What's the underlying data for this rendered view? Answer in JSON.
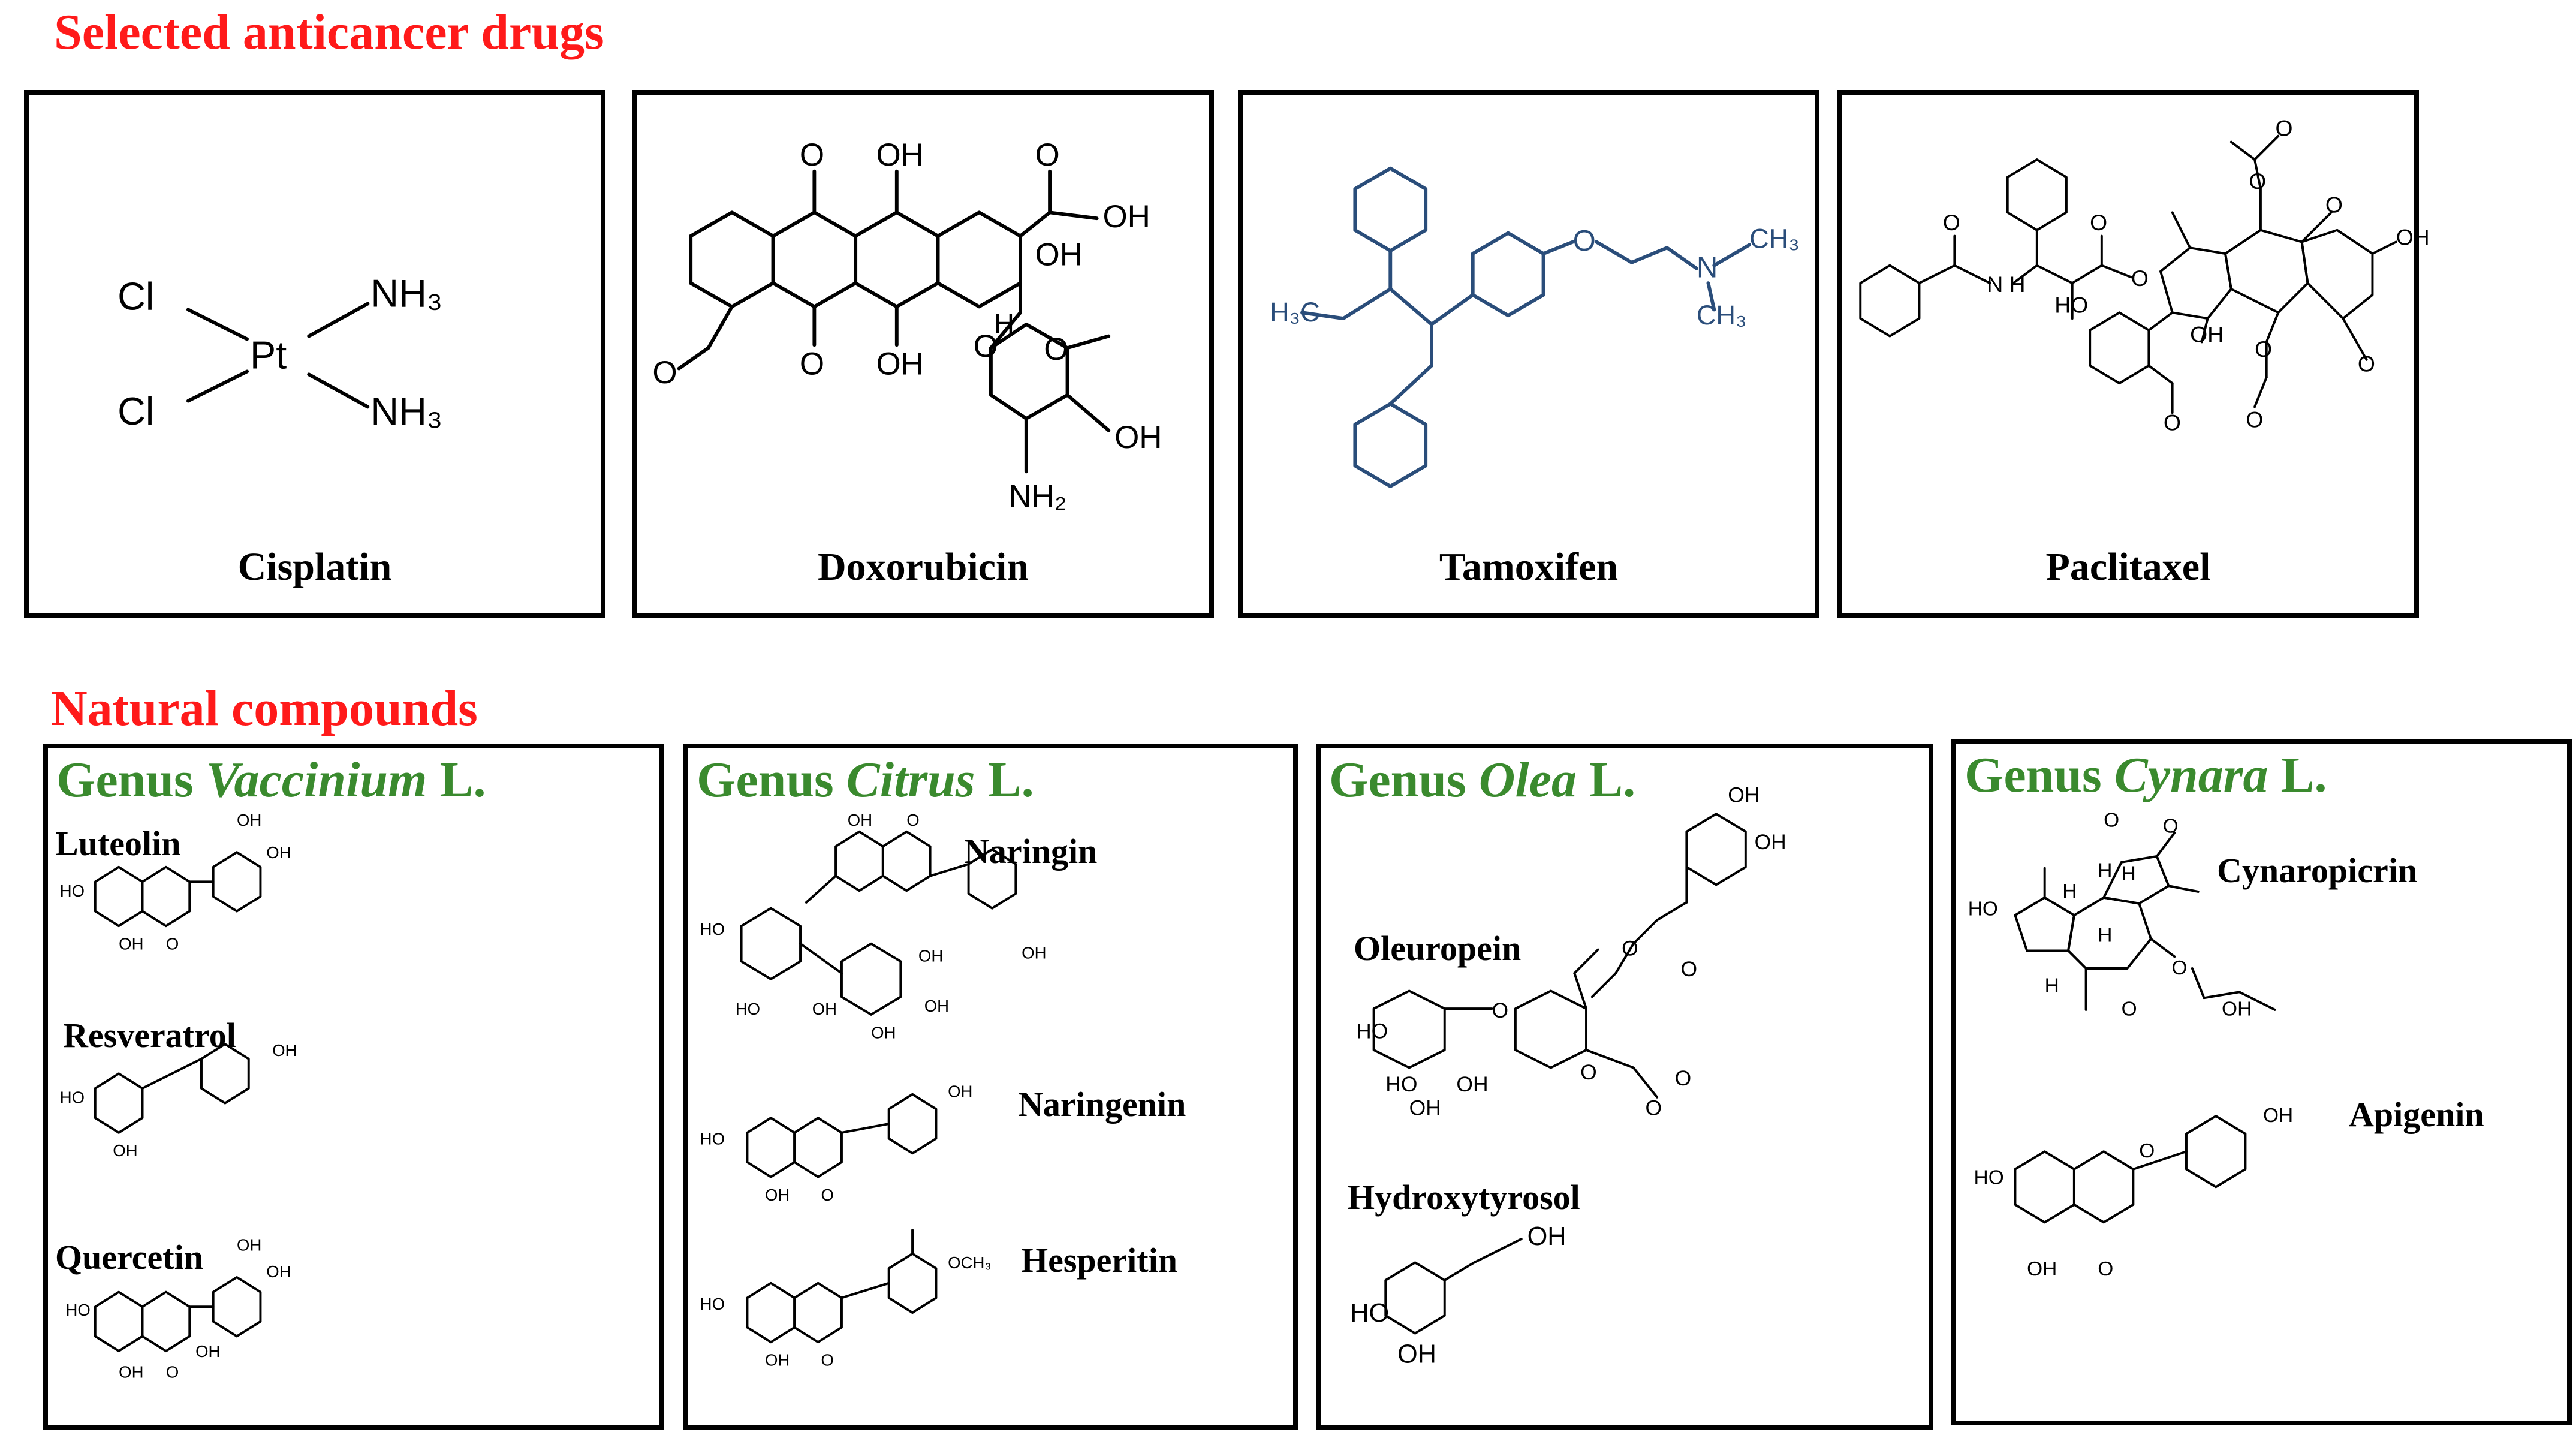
{
  "headers": {
    "drugs": "Selected anticancer drugs",
    "natural": "Natural compounds"
  },
  "drugs": [
    {
      "name": "Cisplatin",
      "labels": {
        "cl": "Cl",
        "pt": "Pt",
        "nh3": "NH₃"
      }
    },
    {
      "name": "Doxorubicin",
      "labels": {
        "o": "O",
        "oh": "OH",
        "h": "H",
        "nh2": "NH₂"
      }
    },
    {
      "name": "Tamoxifen",
      "labels": {
        "h3c": "H₃C",
        "o": "O",
        "n": "N",
        "ch3": "CH₃"
      }
    },
    {
      "name": "Paclitaxel",
      "labels": {
        "o": "O",
        "oh": "OH",
        "nh": "N H",
        "ho": "HO"
      }
    }
  ],
  "genera": [
    {
      "prefix": "Genus ",
      "italic": "Vaccinium",
      "suffix": " L.",
      "compounds": [
        "Luteolin",
        "Resveratrol",
        "Quercetin"
      ]
    },
    {
      "prefix": "Genus ",
      "italic": "Citrus",
      "suffix": " L.",
      "compounds": [
        "Naringin",
        "Naringenin",
        "Hesperitin"
      ]
    },
    {
      "prefix": "Genus ",
      "italic": "Olea",
      "suffix": " L.",
      "compounds": [
        "Oleuropein",
        "Hydroxytyrosol"
      ]
    },
    {
      "prefix": "Genus ",
      "italic": "Cynara",
      "suffix": " L.",
      "compounds": [
        "Cynaropicrin",
        "Apigenin"
      ]
    }
  ],
  "atom_labels": {
    "oh": "OH",
    "ho": "HO",
    "o": "O",
    "h": "H",
    "och3": "OCH₃"
  },
  "colors": {
    "header": "#ff1a1a",
    "genus": "#3a8a2e",
    "tamoxifen": "#2a4d7a",
    "text": "#000000"
  }
}
